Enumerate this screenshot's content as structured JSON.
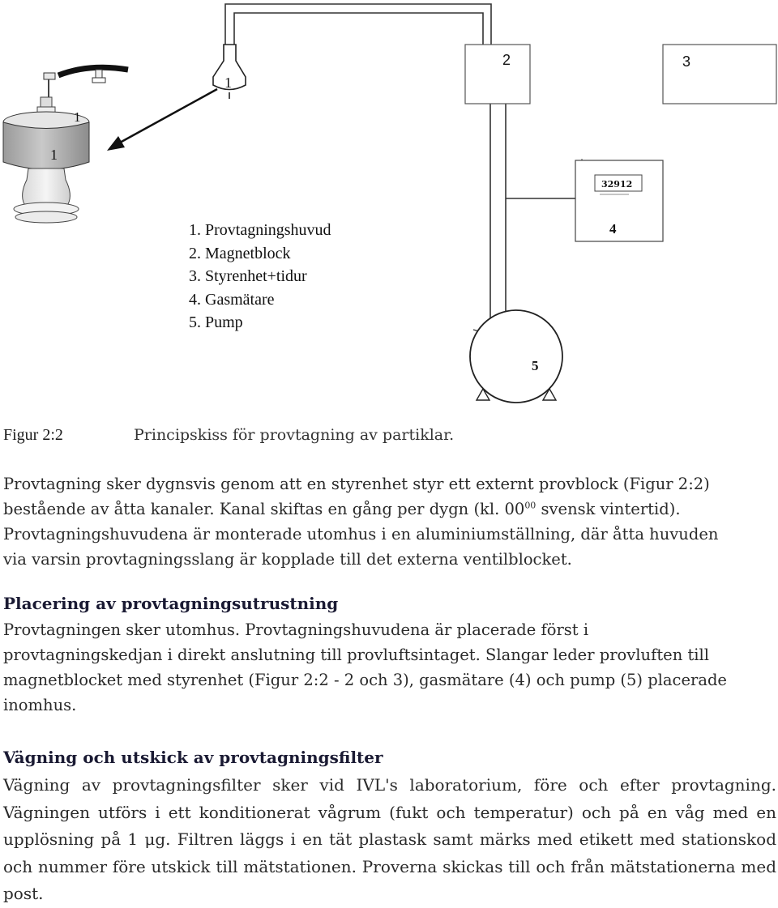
{
  "figure": {
    "labels": {
      "sampler": "1",
      "sampler_lid": "1",
      "funnel": "1",
      "magnet_block": "2",
      "controller": "3",
      "gas_meter": "4",
      "gas_meter_display": "32912",
      "pump": "5"
    },
    "legend": [
      "1. Provtagningshuvud",
      "2. Magnetblock",
      "3. Styrenhet+tidur",
      "4. Gasmätare",
      "5. Pump"
    ]
  },
  "caption": {
    "label": "Figur 2:2",
    "text": "Principskiss för provtagning av partiklar."
  },
  "intro": {
    "line1": "Provtagning sker dygnsvis genom att en styrenhet styr ett externt provblock (Figur 2:2)",
    "line2_pre": "bestående av åtta kanaler. Kanal skiftas en gång per dygn (kl. 00",
    "line2_sup": "00",
    "line2_post": " svensk vintertid).",
    "line3": "Provtagningshuvudena är monterade utomhus i en aluminiumställning, där åtta huvuden",
    "line4": "via varsin provtagningsslang är kopplade till det externa ventilblocket."
  },
  "section1": {
    "heading": "Placering av provtagningsutrustning",
    "line1": "Provtagningen sker utomhus. Provtagningshuvudena är placerade först i",
    "line2": "provtagningskedjan i direkt anslutning till provluftsintaget. Slangar leder provluften till",
    "line3": "magnetblocket med styrenhet (Figur 2:2 - 2 och 3), gasmätare (4) och pump (5) placerade",
    "line4": "inomhus."
  },
  "section2": {
    "heading": "Vägning och utskick av provtagningsfilter",
    "body": "Vägning av provtagningsfilter sker vid IVL's laboratorium, före och efter provtagning. Vägningen utförs i ett konditionerat vågrum (fukt och temperatur) och på en våg med en upplösning på 1 μg. Filtren läggs i en tät plastask samt märks med etikett med stationskod och nummer före utskick till mätstationen. Proverna skickas till och från mätstationerna med post."
  }
}
